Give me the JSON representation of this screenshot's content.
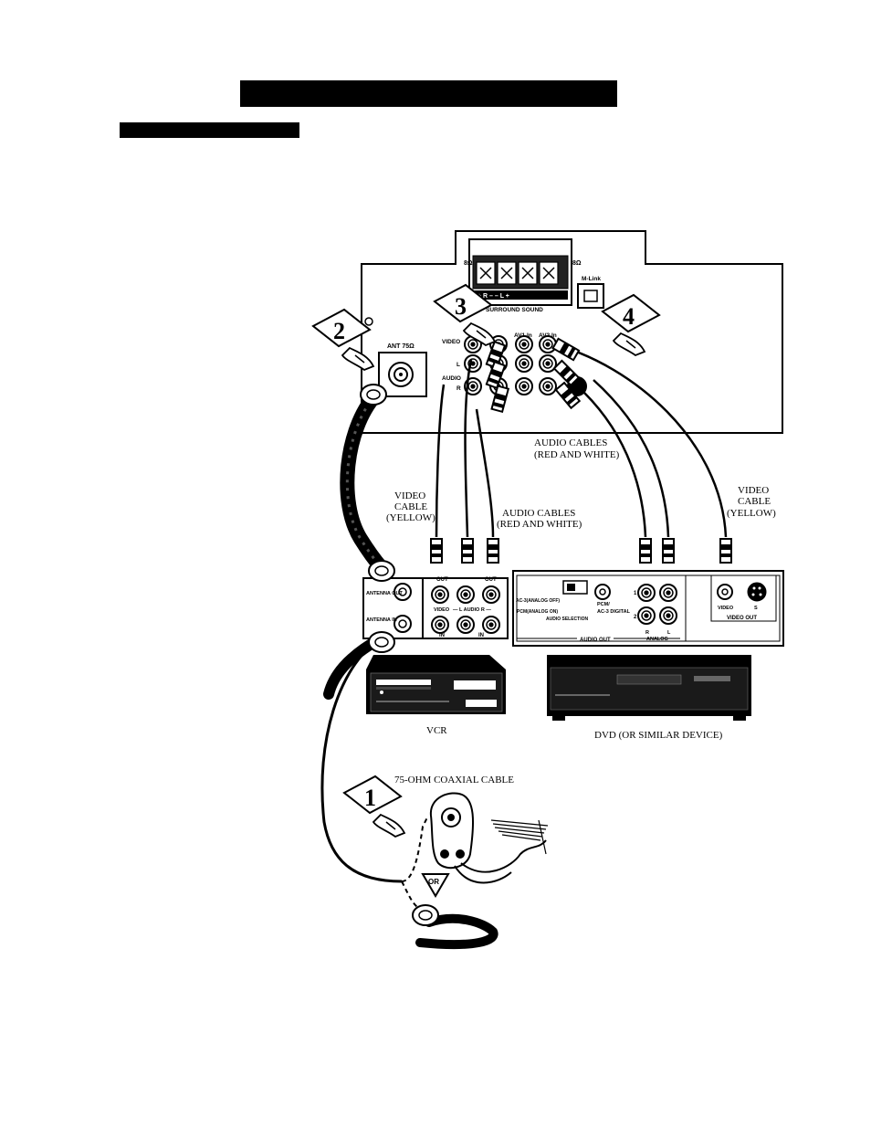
{
  "labels": {
    "ant_75": "ANT 75Ω",
    "surround_sound": "SURROUND SOUND",
    "mlink": "M-Link",
    "av1_in": "AV1 In",
    "av2_in": "AV2 In",
    "video": "VIDEO",
    "l": "L",
    "audio": "AUDIO",
    "r": "R",
    "ohm8_left": "8Ω",
    "ohm8_right": "8Ω",
    "speaker_polarity": "+ R –   – L +",
    "audio_cables_top_1": "AUDIO CABLES",
    "audio_cables_top_2": "(RED AND WHITE)",
    "video_cable_left_1": "VIDEO",
    "video_cable_left_2": "CABLE",
    "video_cable_left_3": "(YELLOW)",
    "audio_cables_mid_1": "AUDIO CABLES",
    "audio_cables_mid_2": "(RED AND WHITE)",
    "video_cable_right_1": "VIDEO",
    "video_cable_right_2": "CABLE",
    "video_cable_right_3": "(YELLOW)",
    "vcr_antenna_out": "ANTENNA OUT",
    "vcr_antenna_in": "ANTENNA IN",
    "vcr_out_1": "OUT",
    "vcr_out_2": "OUT",
    "vcr_video": "VIDEO",
    "vcr_l_audio_r": "— L  AUDIO  R —",
    "vcr_in_1": "IN",
    "vcr_in_2": "IN",
    "dvd_ac3": "AC-3(ANALOG OFF)",
    "dvd_pcm": "PCM(ANALOG ON)",
    "dvd_audio_selection": "AUDIO SELECTION",
    "dvd_pcm_ac3": "PCM/",
    "dvd_ac3_digital": "AC-3 DIGITAL",
    "dvd_audio_out": "AUDIO OUT",
    "dvd_analog": "ANALOG",
    "dvd_r": "R",
    "dvd_l": "L",
    "dvd_1": "1",
    "dvd_2": "2",
    "dvd_video": "VIDEO",
    "dvd_s": "S",
    "dvd_video_out": "VIDEO OUT",
    "vcr_caption": "VCR",
    "dvd_caption": "DVD (OR SIMILAR DEVICE)",
    "coax_caption": "75-OHM COAXIAL CABLE",
    "or_label": "OR",
    "step_1": "1",
    "step_2": "2",
    "step_3": "3",
    "step_4": "4"
  },
  "colors": {
    "ink": "#000000",
    "paper": "#ffffff"
  }
}
